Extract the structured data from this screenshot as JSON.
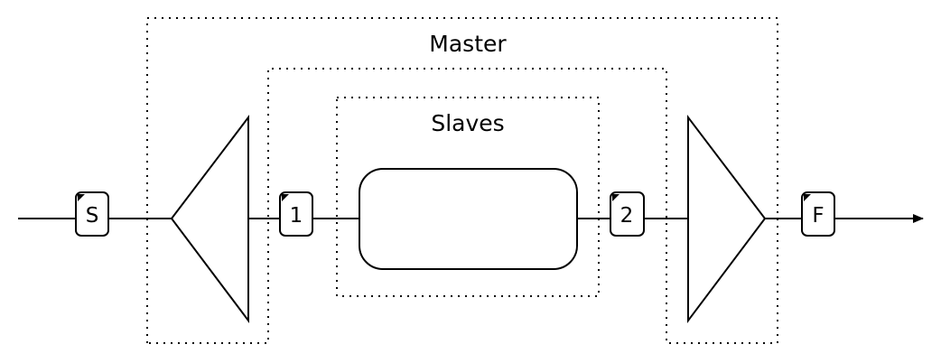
{
  "diagram": {
    "master_label": "Master",
    "slaves_label": "Slaves",
    "tokens": {
      "start": "S",
      "one": "1",
      "two": "2",
      "finish": "F"
    },
    "colors": {
      "stroke": "#000000",
      "background": "#ffffff"
    }
  }
}
